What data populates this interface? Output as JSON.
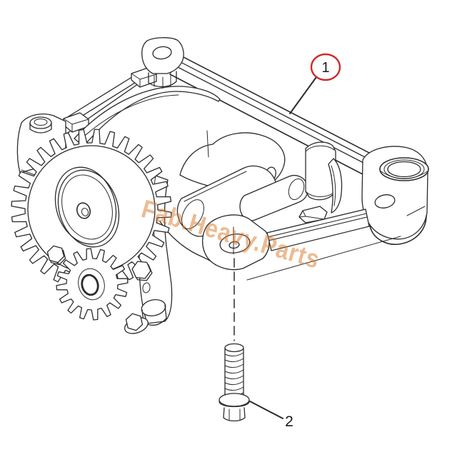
{
  "figure": {
    "type": "exploded-parts-diagram",
    "colors": {
      "background": "#ffffff",
      "line": "#2b2b2b",
      "callout_red": "#cc2a2a",
      "watermark": "#d97728"
    },
    "callouts": [
      {
        "label": "1"
      },
      {
        "label": "2"
      }
    ],
    "watermark": {
      "text": "Fab.Heavy.Parts"
    }
  }
}
